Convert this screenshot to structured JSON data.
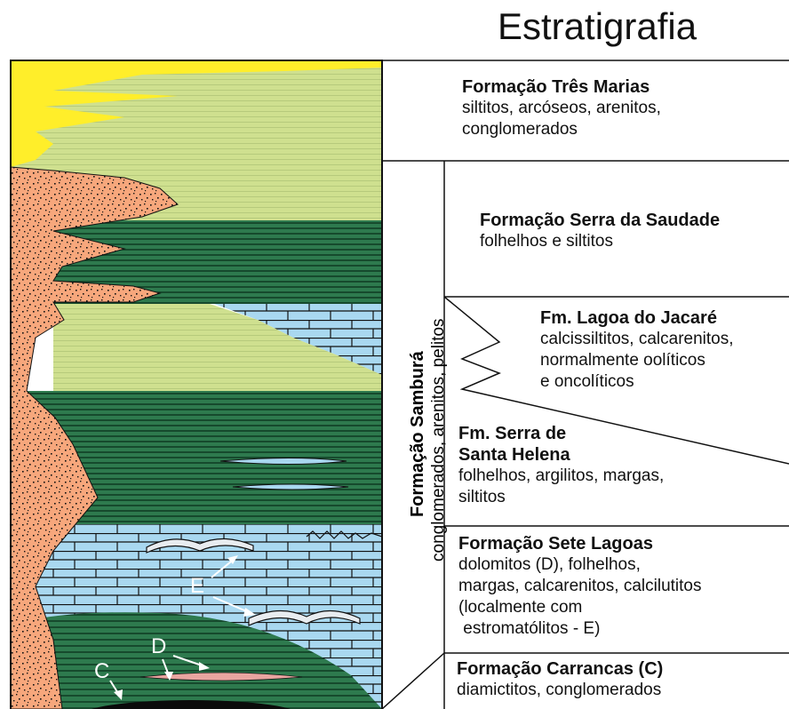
{
  "title": "Estratigrafia",
  "group": {
    "name": "Formação Samburá",
    "lithology": "conglomerados, arenitos, pelitos"
  },
  "units": [
    {
      "name": "Formação Três Marias",
      "desc": [
        "siltitos, arcóseos, arenitos,",
        "conglomerados"
      ]
    },
    {
      "name": "Formação Serra da Saudade",
      "desc": [
        "folhelhos e siltitos"
      ]
    },
    {
      "name": "Fm. Lagoa do Jacaré",
      "desc": [
        "calcissiltitos, calcarenitos,",
        "normalmente oolíticos",
        "e oncolíticos"
      ]
    },
    {
      "name": "Fm. Serra de\nSanta Helena",
      "desc": [
        "folhelhos, argilitos, margas,",
        "siltitos"
      ]
    },
    {
      "name": "Formação Sete Lagoas",
      "desc": [
        "dolomitos (D), folhelhos,",
        "margas, calcarenitos, calcilutitos",
        "(localmente com",
        " estromatólitos - E)"
      ]
    },
    {
      "name": "Formação Carrancas (C)",
      "desc": [
        "diamictitos, conglomerados"
      ]
    }
  ],
  "markers": {
    "e": "E",
    "d": "D",
    "c": "C"
  },
  "colors": {
    "sandstone": "#f7a77c",
    "siltstone": "#cfe08f",
    "shale": "#2e7a4e",
    "limestone": "#a9d8f0",
    "yellow": "#ffee2a",
    "dolomite_lens": "#e9a5a0"
  }
}
